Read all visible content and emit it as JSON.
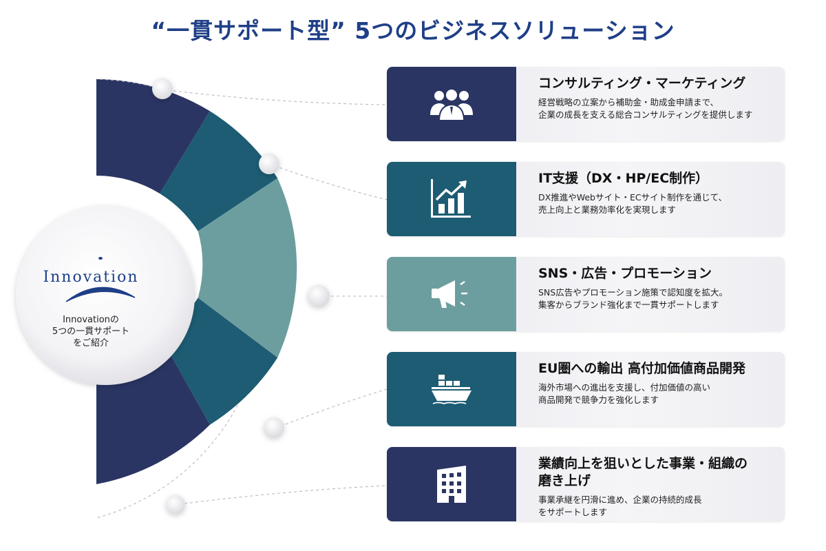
{
  "title": "“一貫サポート型” 5つのビジネスソリューション",
  "hub": {
    "logo": "Innovation",
    "caption": "Innovationの\n5つの一貫サポート\nをご紹介"
  },
  "colors": {
    "navy": "#2a3563",
    "teal": "#1d5c73",
    "light_teal": "#6d9e9f",
    "title_blue": "#1f3f87"
  },
  "solutions": [
    {
      "icon": "team-icon",
      "title": "コンサルティング・マーケティング",
      "description": "経営戦略の立案から補助金・助成金申請まで、\n企業の成長を支える総合コンサルティングを提供します",
      "color": "#2a3563"
    },
    {
      "icon": "growth-chart-icon",
      "title": "IT支援（DX・HP/EC制作）",
      "description": "DX推進やWebサイト・ECサイト制作を通じて、\n売上向上と業務効率化を実現します",
      "color": "#1d5c73"
    },
    {
      "icon": "megaphone-icon",
      "title": "SNS・広告・プロモーション",
      "description": "SNS広告やプロモーション施策で認知度を拡大。\n集客からブランド強化まで一貫サポートします",
      "color": "#6d9e9f"
    },
    {
      "icon": "cargo-ship-icon",
      "title": "EU圏への輸出  高付加価値商品開発",
      "description": "海外市場への進出を支援し、付加価値の高い\n商品開発で競争力を強化します",
      "color": "#1d5c73"
    },
    {
      "icon": "office-building-icon",
      "title": "業績向上を狙いとした事業・組織の\n磨き上げ",
      "description": "事業承継を円滑に進め、企業の持続的成長\nをサポートします",
      "color": "#2a3563"
    }
  ]
}
